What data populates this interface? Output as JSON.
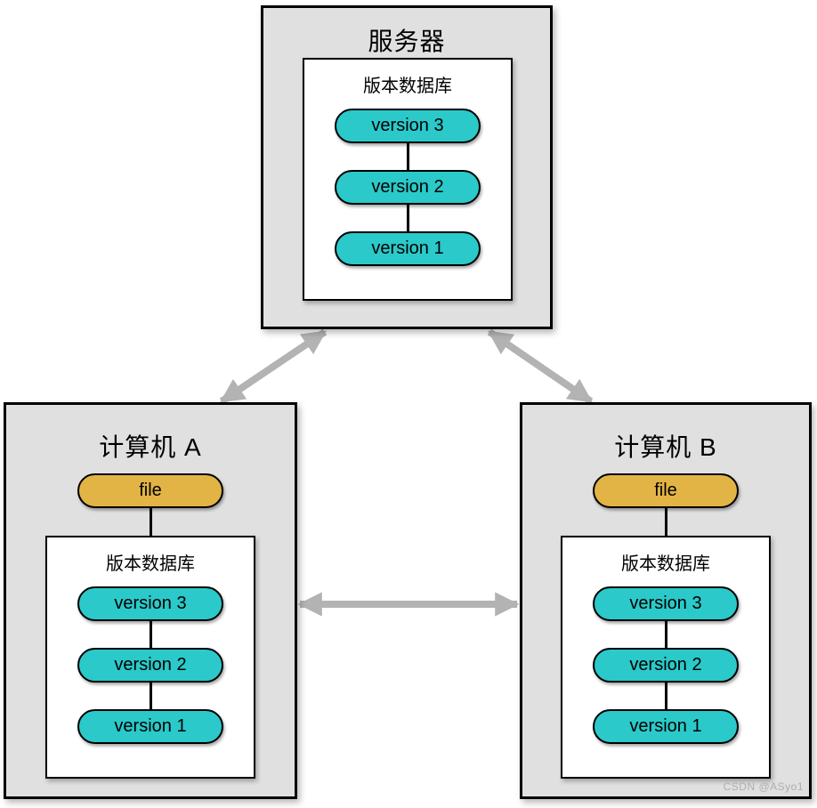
{
  "colors": {
    "teal": "#2bc9c9",
    "orange": "#e2b445",
    "box_gray": "#e0e0e0",
    "arrow_gray": "#b3b3b3"
  },
  "server": {
    "title": "服务器",
    "database": {
      "label": "版本数据库",
      "versions": [
        "version 3",
        "version 2",
        "version 1"
      ]
    }
  },
  "computer_a": {
    "title": "计算机 A",
    "file_label": "file",
    "database": {
      "label": "版本数据库",
      "versions": [
        "version 3",
        "version 2",
        "version 1"
      ]
    }
  },
  "computer_b": {
    "title": "计算机 B",
    "file_label": "file",
    "database": {
      "label": "版本数据库",
      "versions": [
        "version 3",
        "version 2",
        "version 1"
      ]
    }
  },
  "watermark": "CSDN @ASyo1"
}
